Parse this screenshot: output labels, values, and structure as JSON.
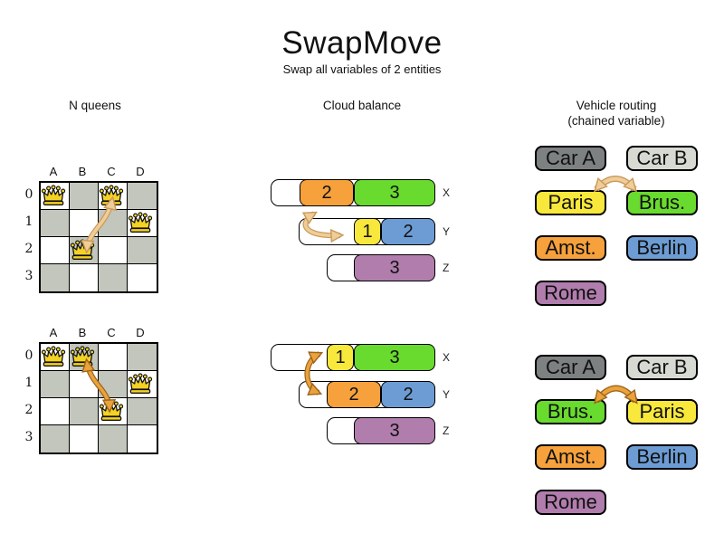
{
  "title": "SwapMove",
  "subtitle": "Swap all variables of 2 entities",
  "palette": {
    "orange": "#F6A13B",
    "green": "#69DA2E",
    "yellow": "#F8E83C",
    "blue": "#6C9CD3",
    "purple": "#B07DAD",
    "car_a_gray": "#7E8181",
    "car_b_gray": "#D7DAD2",
    "board_gray": "#C2C6BD",
    "queen_gold": "#F4D224",
    "swap_before_fill": "#EFCD98",
    "swap_before_stroke": "#C9985A",
    "swap_after_fill": "#ECA23B",
    "swap_after_stroke": "#9A641C"
  },
  "nqueens": {
    "header": "N queens",
    "column_labels": [
      "A",
      "B",
      "C",
      "D"
    ],
    "row_labels": [
      "0",
      "1",
      "2",
      "3"
    ],
    "before": {
      "queens": [
        "A0",
        "C0",
        "D1",
        "B2"
      ],
      "swap": {
        "a": "C0",
        "b": "B2"
      }
    },
    "after": {
      "queens": [
        "A0",
        "B0",
        "D1",
        "C2"
      ],
      "swap": {
        "a": "B0",
        "b": "C2"
      }
    }
  },
  "cloud": {
    "header": "Cloud balance",
    "before": {
      "computers": [
        {
          "label": "X",
          "processes": [
            {
              "value": "2",
              "color": "orange"
            },
            {
              "value": "3",
              "color": "green"
            }
          ]
        },
        {
          "label": "Y",
          "processes": [
            {
              "value": "1",
              "color": "yellow"
            },
            {
              "value": "2",
              "color": "blue"
            }
          ]
        },
        {
          "label": "Z",
          "processes": [
            {
              "value": "3",
              "color": "purple"
            }
          ]
        }
      ],
      "swap": {
        "a": "process 2 on X",
        "b": "process 1 on Y"
      }
    },
    "after": {
      "computers": [
        {
          "label": "X",
          "processes": [
            {
              "value": "1",
              "color": "yellow"
            },
            {
              "value": "3",
              "color": "green"
            }
          ]
        },
        {
          "label": "Y",
          "processes": [
            {
              "value": "2",
              "color": "orange"
            },
            {
              "value": "2",
              "color": "blue"
            }
          ]
        },
        {
          "label": "Z",
          "processes": [
            {
              "value": "3",
              "color": "purple"
            }
          ]
        }
      ],
      "swap": {
        "a": "process 1 on X",
        "b": "process 2 on Y"
      }
    }
  },
  "vehicle": {
    "header": "Vehicle routing",
    "subheader": "(chained variable)",
    "before": {
      "chains": [
        {
          "vehicle": {
            "label": "Car A",
            "color": "car_a_gray"
          },
          "stops": [
            {
              "label": "Paris",
              "color": "yellow"
            },
            {
              "label": "Amst.",
              "color": "orange"
            },
            {
              "label": "Rome",
              "color": "purple"
            }
          ]
        },
        {
          "vehicle": {
            "label": "Car B",
            "color": "car_b_gray"
          },
          "stops": [
            {
              "label": "Brus.",
              "color": "green"
            },
            {
              "label": "Berlin",
              "color": "blue"
            }
          ]
        }
      ],
      "swap": {
        "a": "Paris",
        "b": "Brus."
      }
    },
    "after": {
      "chains": [
        {
          "vehicle": {
            "label": "Car A",
            "color": "car_a_gray"
          },
          "stops": [
            {
              "label": "Brus.",
              "color": "green"
            },
            {
              "label": "Amst.",
              "color": "orange"
            },
            {
              "label": "Rome",
              "color": "purple"
            }
          ]
        },
        {
          "vehicle": {
            "label": "Car B",
            "color": "car_b_gray"
          },
          "stops": [
            {
              "label": "Paris",
              "color": "yellow"
            },
            {
              "label": "Berlin",
              "color": "blue"
            }
          ]
        }
      ],
      "swap": {
        "a": "Brus.",
        "b": "Paris"
      }
    }
  }
}
